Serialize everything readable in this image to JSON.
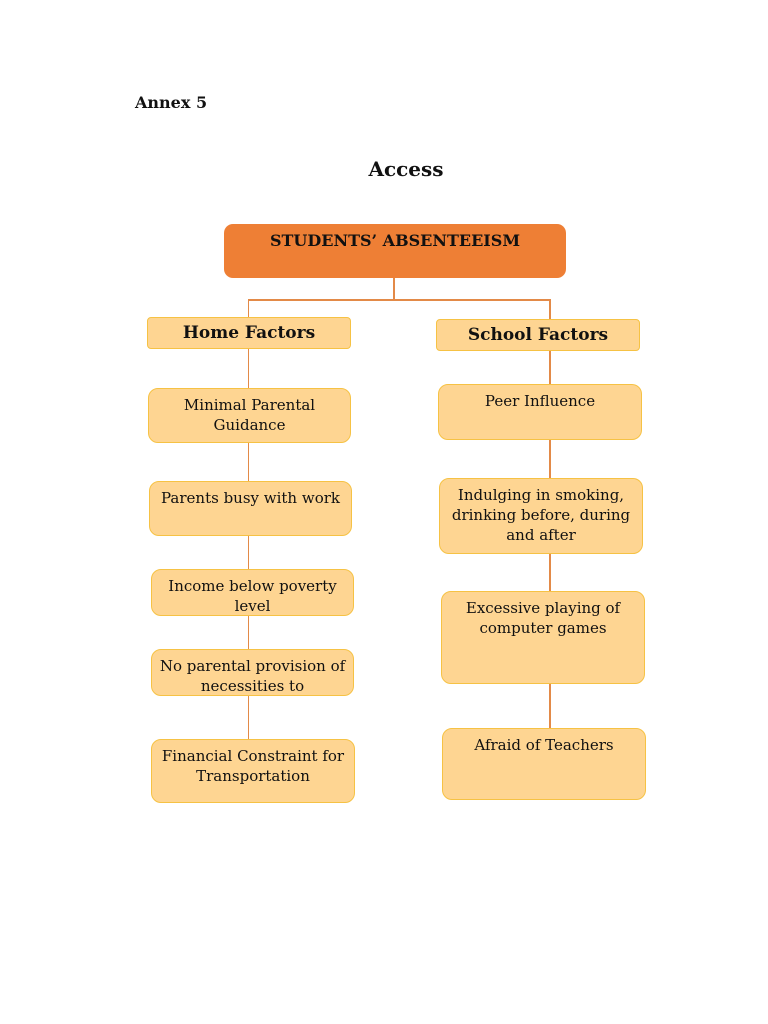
{
  "annex": "Annex 5",
  "title": "Access",
  "root": "STUDENTS’ ABSENTEEISM",
  "home": {
    "heading": "Home Factors",
    "items": [
      "Minimal Parental Guidance",
      "Parents busy with work",
      "Income below poverty level",
      "No parental provision of necessities to",
      "Financial Constraint for Transportation"
    ]
  },
  "school": {
    "heading": "School Factors",
    "items": [
      "Peer Influence",
      "Indulging in smoking, drinking before, during and after",
      "Excessive playing of computer games",
      "Afraid of Teachers"
    ]
  },
  "colors": {
    "root_fill": "#ee7f35",
    "box_fill": "#fed592",
    "box_border": "#f6c244",
    "connector": "#e38a48"
  }
}
